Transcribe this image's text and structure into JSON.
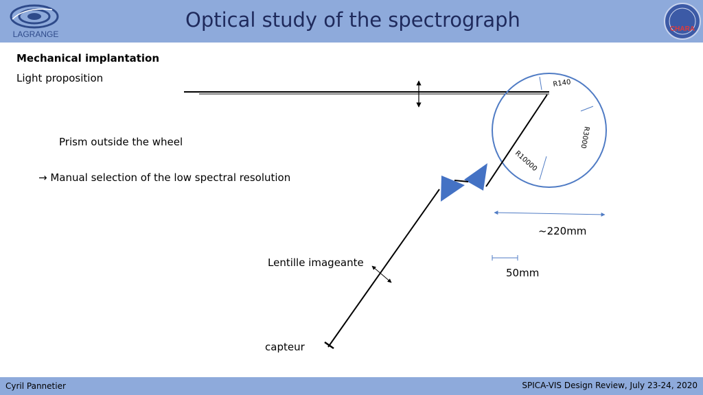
{
  "header": {
    "title": "Optical study of the spectrograph",
    "logo_left_text": "LAGRANGE",
    "logo_right_text": "CHARA"
  },
  "content": {
    "subtitle": "Mechanical implantation",
    "subsubtitle": "Light proposition",
    "prism_note": "Prism outside the wheel",
    "manual_note": "→ Manual selection of the low spectral resolution"
  },
  "diagram": {
    "wheel_labels": [
      "R140",
      "R3000",
      "R10000"
    ],
    "dimension_wheel": "~220mm",
    "scale_bar": "50mm",
    "lens_label": "Lentille imageante",
    "sensor_label": "capteur"
  },
  "footer": {
    "author": "Cyril Pannetier",
    "event": "SPICA-VIS Design Review, July 23-24, 2020"
  },
  "colors": {
    "header_bg": "#8eaadb",
    "title_color": "#1f2a5c",
    "prism_fill": "#4472c4",
    "wheel_stroke": "#4f7bc4"
  }
}
